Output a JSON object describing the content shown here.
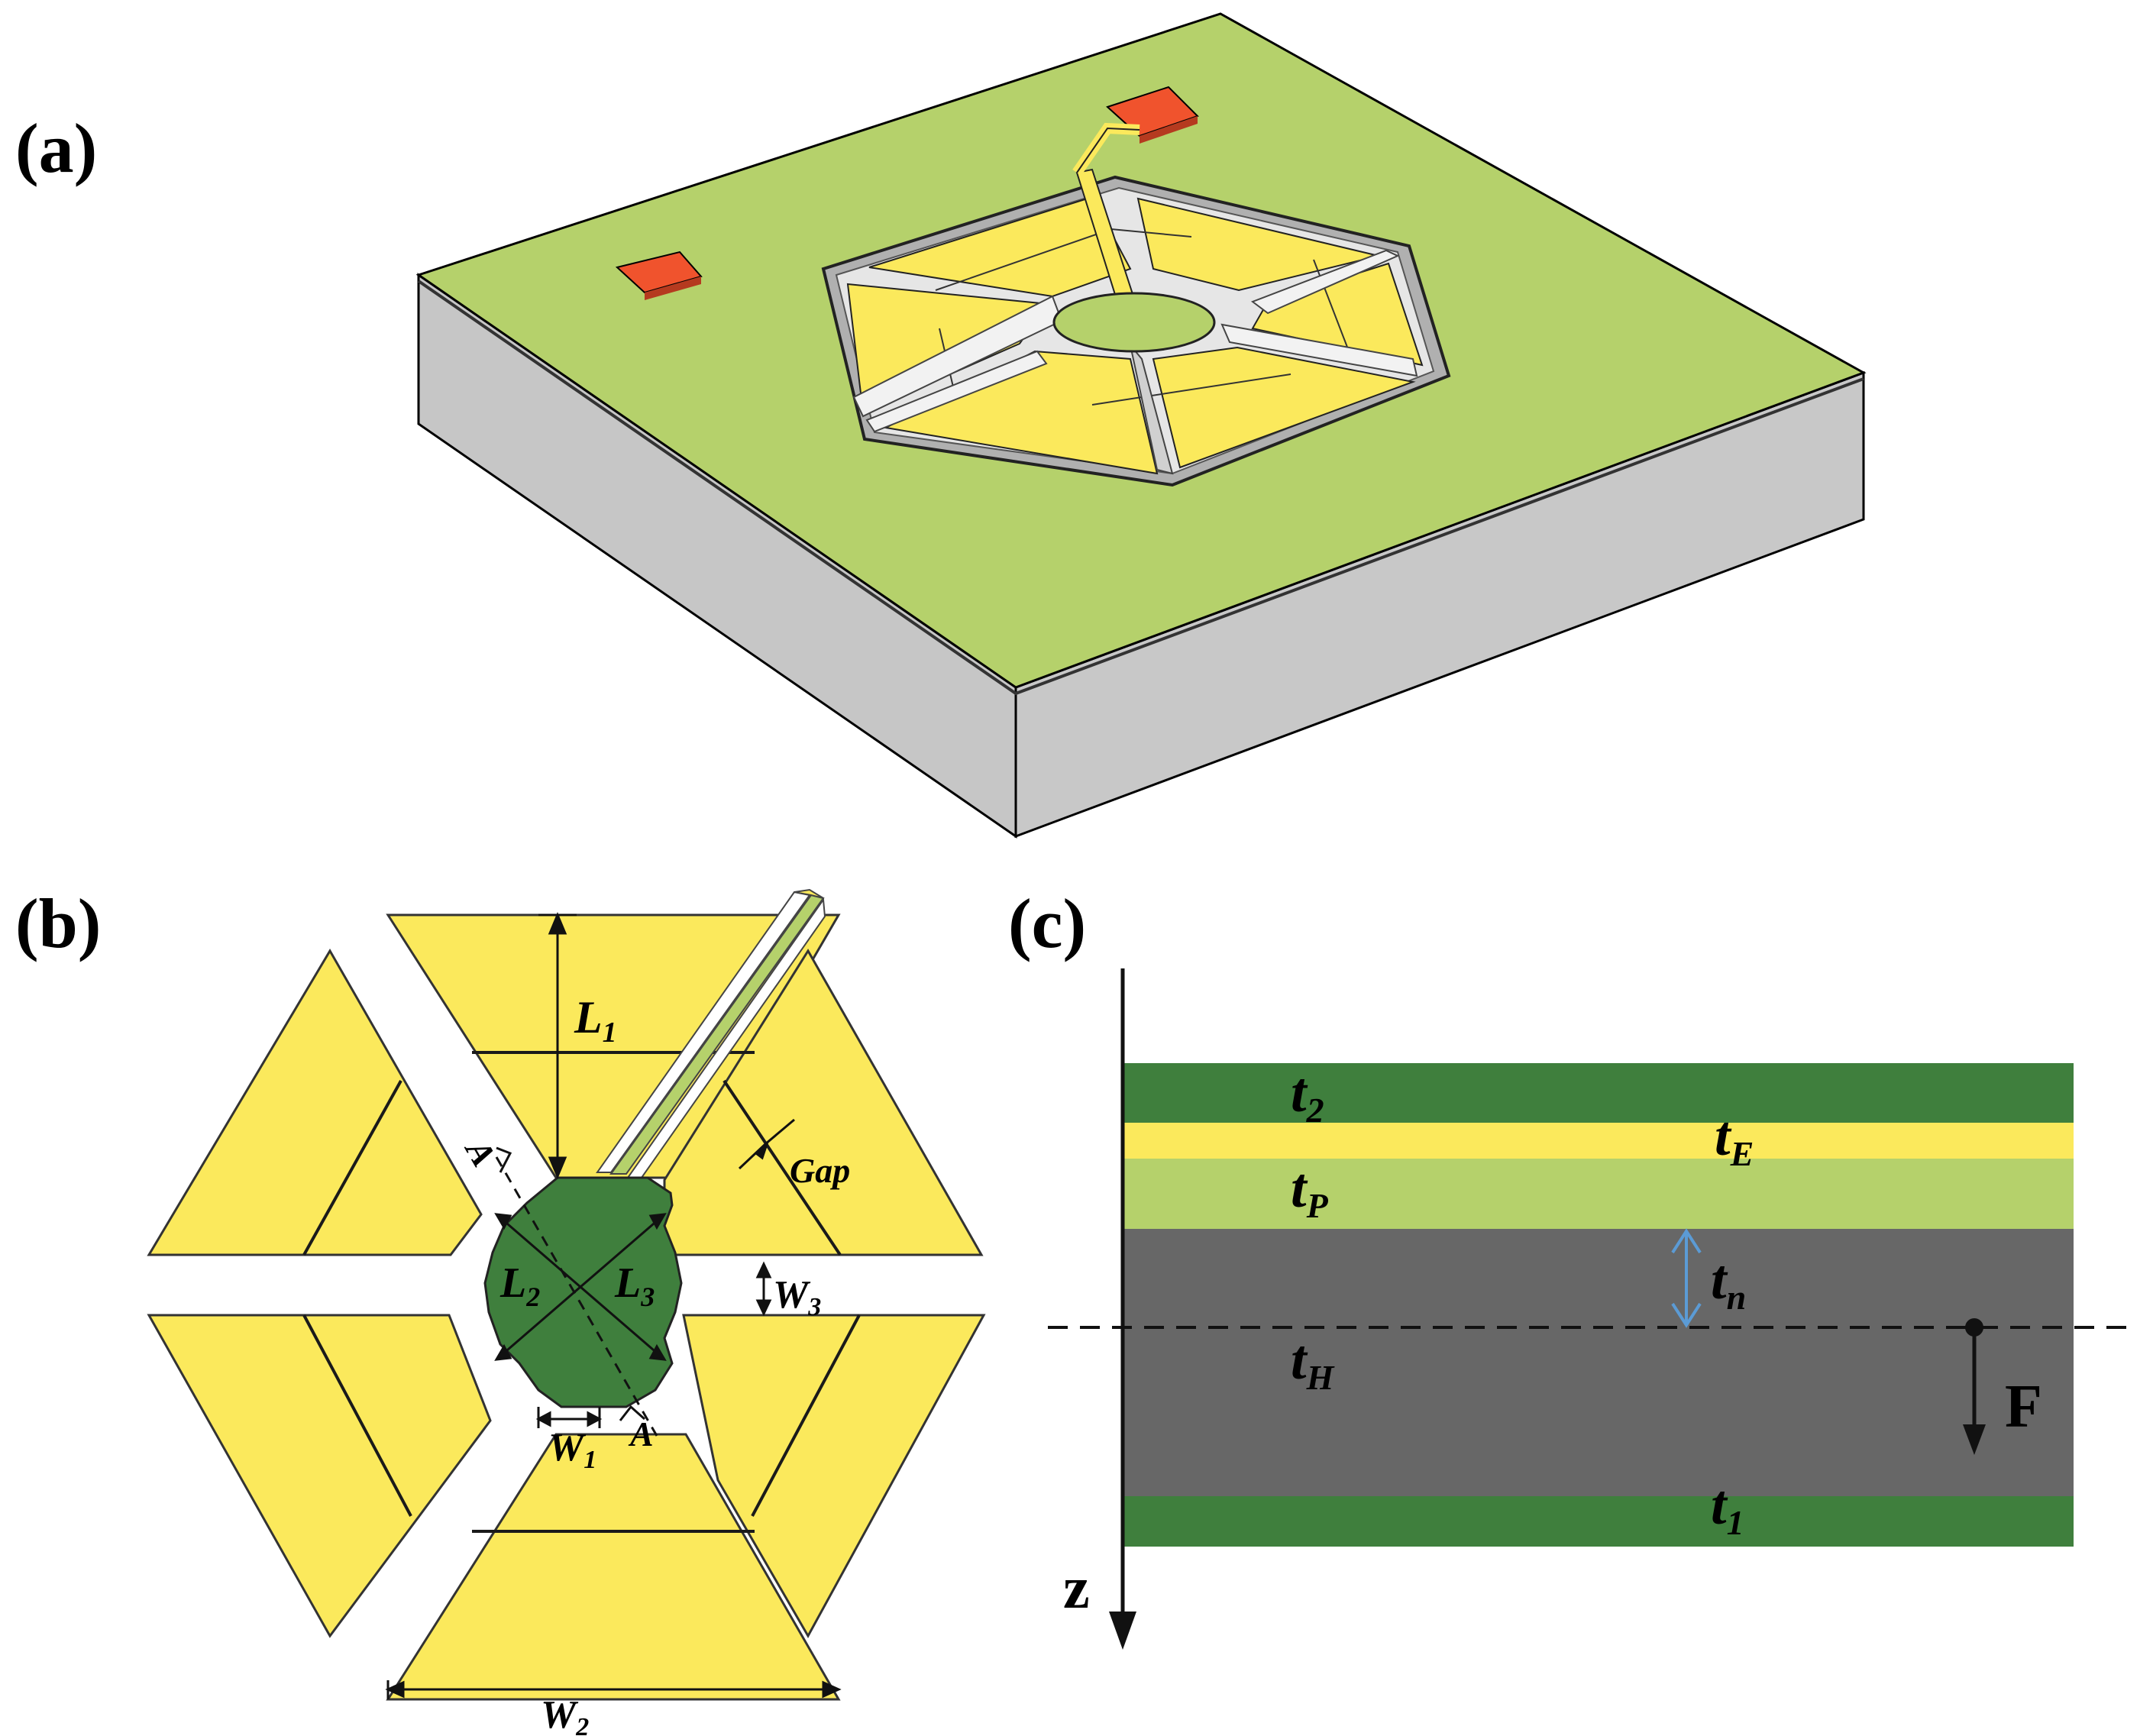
{
  "panels": {
    "a": {
      "label": "(a)"
    },
    "b": {
      "label": "(b)",
      "dims": {
        "L1": "L",
        "L1_sub": "1",
        "L2": "L",
        "L2_sub": "2",
        "L3": "L",
        "L3_sub": "3",
        "W1": "W",
        "W1_sub": "1",
        "W2": "W",
        "W2_sub": "2",
        "W3": "W",
        "W3_sub": "3",
        "gap": "Gap",
        "sectionA_top": "A",
        "sectionA_bottom": "A"
      }
    },
    "c": {
      "label": "(c)",
      "layers": {
        "t2": "t",
        "t2_sub": "2",
        "tE": "t",
        "tE_sub": "E",
        "tP": "t",
        "tP_sub": "P",
        "tn": "t",
        "tn_sub": "n",
        "tH": "t",
        "tH_sub": "H",
        "t1": "t",
        "t1_sub": "1"
      },
      "axis_label": "z",
      "force_label": "F"
    }
  },
  "colors": {
    "substrate_top": "#b5d16b",
    "substrate_side": "#c6c6c6",
    "electrode": "#fbe95c",
    "pad": "#f0532d",
    "center_disk": "#3f7f3d",
    "dark_layer": "#676767",
    "light_green_layer": "#b5d16b",
    "dark_green_layer": "#3f7f3d",
    "arrow_blue": "#5b9bd5"
  }
}
